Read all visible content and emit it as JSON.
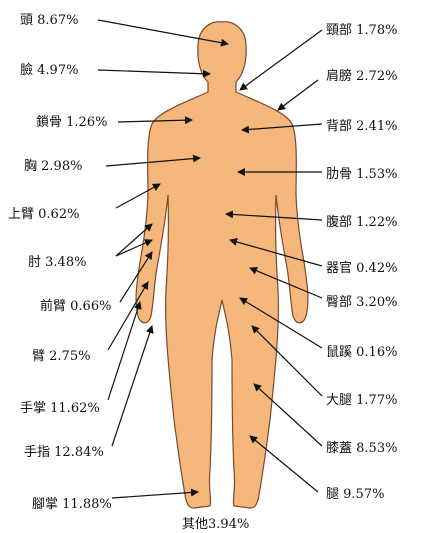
{
  "figure": {
    "body_color": "#F6B77C",
    "outline_color": "#7A4A2A",
    "arrow_color": "#111111"
  },
  "left_labels": [
    {
      "id": "head",
      "part": "頭",
      "pct": "8.67%"
    },
    {
      "id": "face",
      "part": "臉",
      "pct": "4.97%"
    },
    {
      "id": "clavicle",
      "part": "鎖骨",
      "pct": "1.26%"
    },
    {
      "id": "chest",
      "part": "胸",
      "pct": "2.98%"
    },
    {
      "id": "upper-arm",
      "part": "上臂",
      "pct": "0.62%"
    },
    {
      "id": "elbow",
      "part": "肘",
      "pct": "3.48%"
    },
    {
      "id": "forearm",
      "part": "前臂",
      "pct": "0.66%"
    },
    {
      "id": "arm",
      "part": "臂",
      "pct": "2.75%"
    },
    {
      "id": "palm",
      "part": "手掌",
      "pct": "11.62%"
    },
    {
      "id": "finger",
      "part": "手指",
      "pct": "12.84%"
    },
    {
      "id": "sole",
      "part": "腳掌",
      "pct": "11.88%"
    }
  ],
  "right_labels": [
    {
      "id": "neck",
      "part": "頸部",
      "pct": "1.78%"
    },
    {
      "id": "shoulder",
      "part": "肩膀",
      "pct": "2.72%"
    },
    {
      "id": "back",
      "part": "背部",
      "pct": "2.41%"
    },
    {
      "id": "rib",
      "part": "肋骨",
      "pct": "1.53%"
    },
    {
      "id": "abdomen",
      "part": "腹部",
      "pct": "1.22%"
    },
    {
      "id": "organ",
      "part": "器官",
      "pct": "0.42%"
    },
    {
      "id": "buttock",
      "part": "臀部",
      "pct": "3.20%"
    },
    {
      "id": "groin",
      "part": "鼠蹊",
      "pct": "0.16%"
    },
    {
      "id": "thigh",
      "part": "大腿",
      "pct": "1.77%"
    },
    {
      "id": "knee",
      "part": "膝蓋",
      "pct": "8.53%"
    },
    {
      "id": "leg",
      "part": "腿",
      "pct": "9.57%"
    }
  ],
  "bottom_label": {
    "id": "other",
    "part": "其他",
    "pct": "3.94%"
  }
}
